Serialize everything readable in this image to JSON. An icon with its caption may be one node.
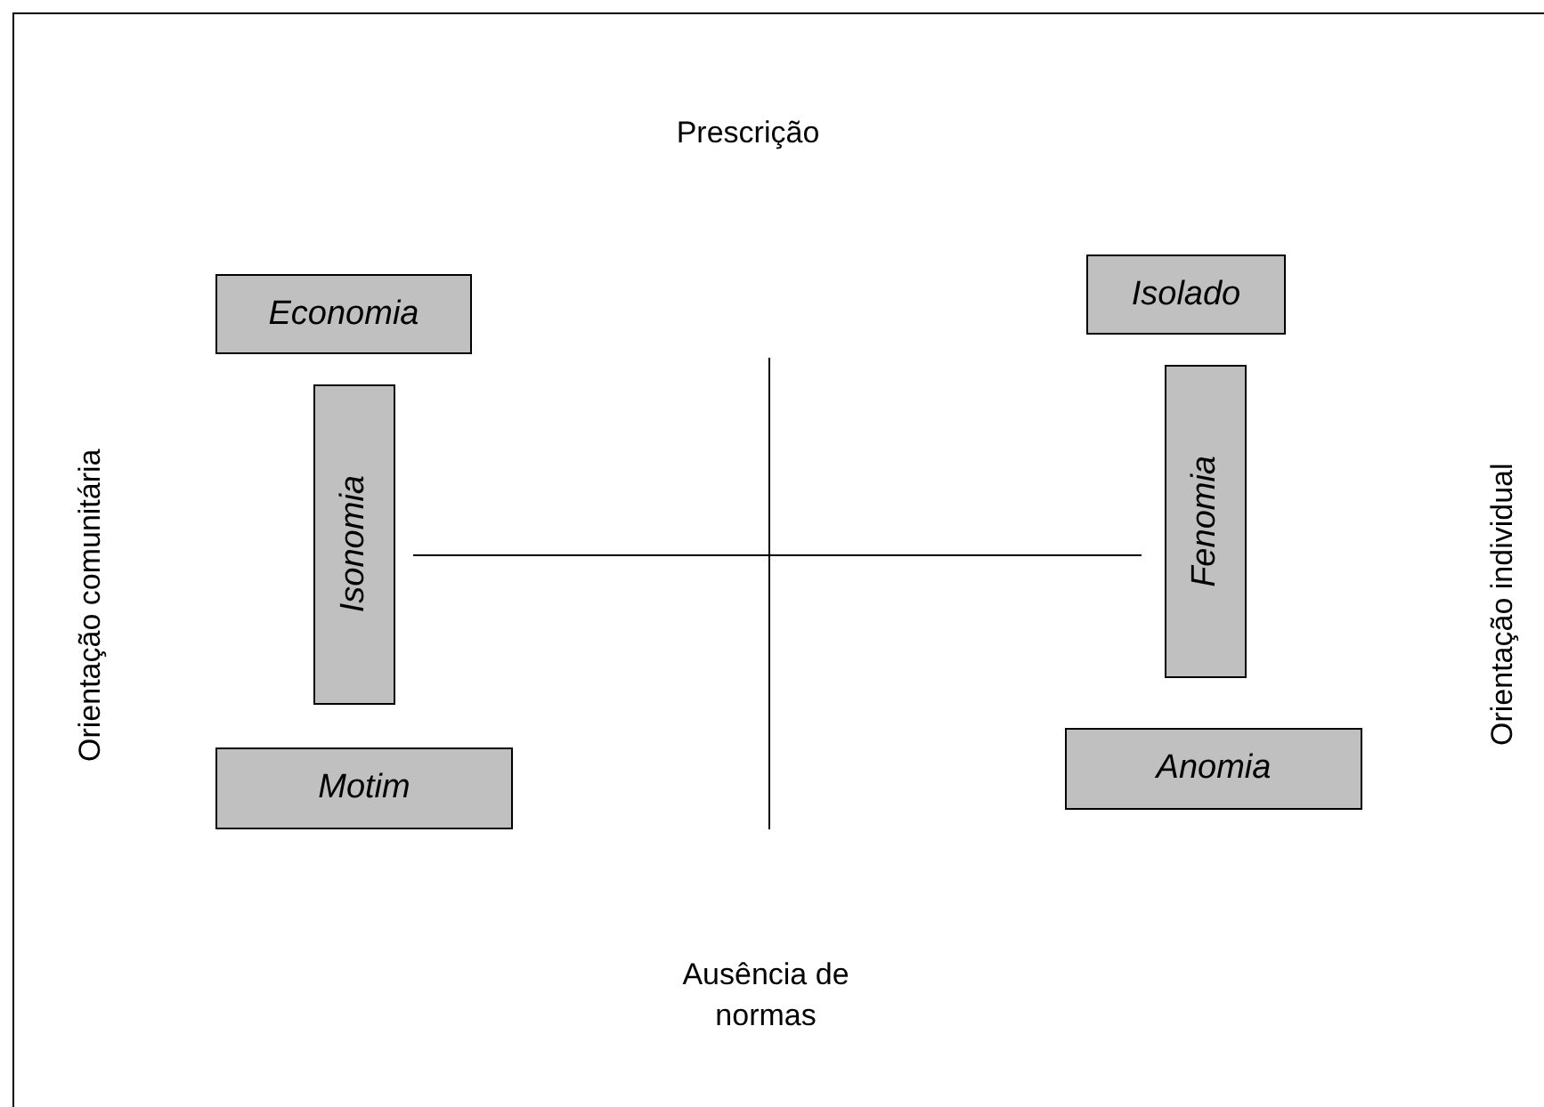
{
  "diagram": {
    "nodes": [
      {
        "text": [
          "Economia"
        ]
      },
      {
        "text": [
          "Isonomia"
        ]
      },
      {
        "text": [
          "Motim"
        ]
      },
      {
        "text": [
          "Isolado"
        ]
      },
      {
        "text": [
          "Fenomia"
        ]
      },
      {
        "text": [
          "Anomia"
        ]
      }
    ],
    "labels": [
      "Prescrição",
      "Orientação comunitária",
      "Orientação individual",
      "Ausência de normas"
    ]
  }
}
